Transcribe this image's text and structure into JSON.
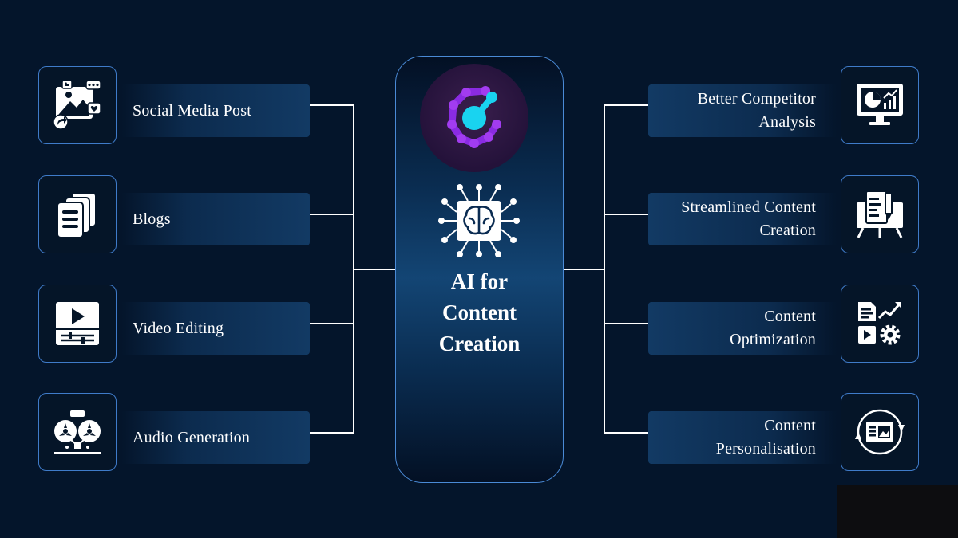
{
  "center": {
    "title_lines": [
      "AI for",
      "Content",
      "Creation"
    ]
  },
  "left_items": [
    {
      "label": "Social Media Post",
      "icon": "social-media-icon"
    },
    {
      "label": "Blogs",
      "icon": "documents-icon"
    },
    {
      "label": "Video Editing",
      "icon": "video-editing-icon"
    },
    {
      "label": "Audio Generation",
      "icon": "reel-to-reel-audio-icon"
    }
  ],
  "right_items": [
    {
      "label_lines": [
        "Better Competitor",
        "Analysis"
      ],
      "icon": "analytics-monitor-icon"
    },
    {
      "label_lines": [
        "Streamlined Content",
        "Creation"
      ],
      "icon": "presentation-board-icon"
    },
    {
      "label_lines": [
        "Content",
        "Optimization"
      ],
      "icon": "content-optimization-icon"
    },
    {
      "label_lines": [
        "Content",
        "Personalisation"
      ],
      "icon": "personalization-cycle-icon"
    }
  ],
  "colors": {
    "background": "#04152b",
    "border": "#3f7bc9",
    "connector": "#ffffff",
    "logo_purple": "#8a2be2",
    "logo_cyan": "#19d3f0"
  }
}
